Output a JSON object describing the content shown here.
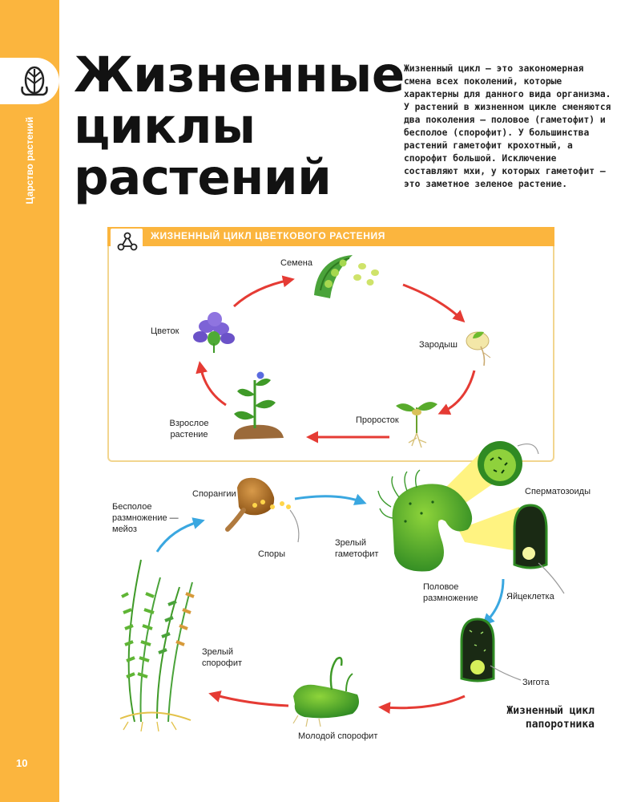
{
  "sidebar": {
    "section_label": "Царство растений",
    "page_number": "10",
    "icon": "leaf-icon"
  },
  "title": "Жизненные циклы растений",
  "intro": "Жизненный цикл — это закономерная смена всех поколений, которые характерны для данного вида организма. У растений в жизненном цикле сменяются два поколения — половое (гаметофит) и бесполое (спорофит). У большинства растений гаметофит крохотный, а спорофит большой. Исключение составляют мхи, у которых гаметофит — это заметное зеленое растение.",
  "flower_cycle": {
    "title": "ЖИЗНЕННЫЙ ЦИКЛ ЦВЕТКОВОГО РАСТЕНИЯ",
    "icon": "cycle-nodes-icon",
    "labels": {
      "seeds": "Семена",
      "embryo": "Зародыш",
      "sprout": "Проросток",
      "adult": "Взрослое растение",
      "flower": "Цветок"
    }
  },
  "fern_cycle": {
    "caption": "Жизненный цикл папоротника",
    "labels": {
      "sporangia": "Спорангии",
      "spores": "Споры",
      "asexual": "Бесполое размножение — мейоз",
      "mature_gametophyte": "Зрелый гаметофит",
      "sperm": "Сперматозоиды",
      "egg": "Яйцеклетка",
      "sexual": "Половое размножение",
      "zygote": "Зигота",
      "young_sporophyte": "Молодой спорофит",
      "mature_sporophyte": "Зрелый спорофит"
    }
  },
  "colors": {
    "accent": "#fbb53e",
    "arrow_red": "#e53b34",
    "arrow_blue": "#3aa7e0",
    "green": "#3b9a2c",
    "callout_yellow": "#fff27a"
  }
}
